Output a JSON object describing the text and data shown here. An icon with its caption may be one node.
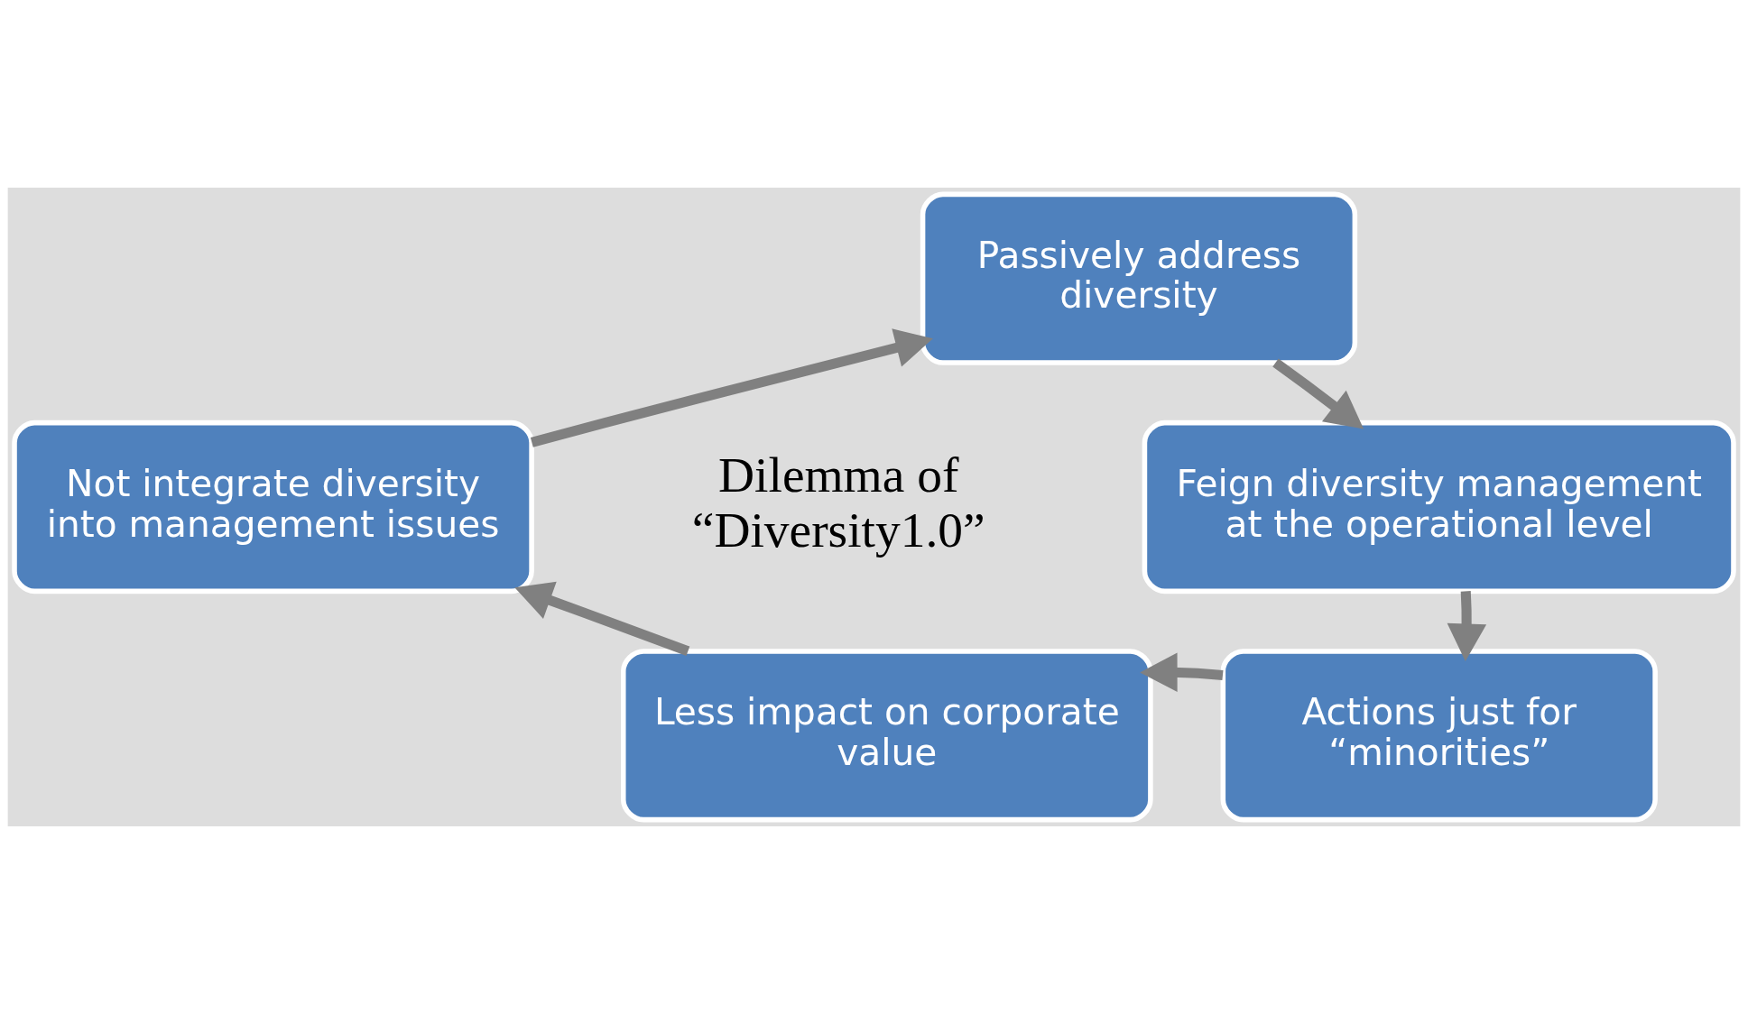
{
  "diagram": {
    "nodes": [
      {
        "text": [
          "Passively address diversity"
        ]
      },
      {
        "text": [
          "Feign diversity management at the operational level"
        ]
      },
      {
        "text": [
          "Actions just for “minorities”"
        ]
      },
      {
        "text": [
          "Less impact on corporate value"
        ]
      },
      {
        "text": [
          "Not integrate diversity into management issues"
        ]
      }
    ],
    "edges": [
      {
        "from": 0,
        "to": 1,
        "arrow": "to"
      },
      {
        "from": 1,
        "to": 2,
        "arrow": "to"
      },
      {
        "from": 2,
        "to": 3,
        "arrow": "to"
      },
      {
        "from": 3,
        "to": 4,
        "arrow": "to"
      },
      {
        "from": 4,
        "to": 0,
        "arrow": "to"
      }
    ],
    "labels": [
      "Dilemma of “Diversity1.0”"
    ]
  }
}
